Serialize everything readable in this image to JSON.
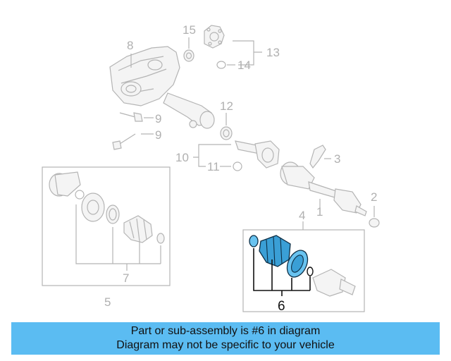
{
  "diagram": {
    "callouts": {
      "n1": "1",
      "n2": "2",
      "n3": "3",
      "n4": "4",
      "n5": "5",
      "n6": "6",
      "n7": "7",
      "n8": "8",
      "n9a": "9",
      "n9b": "9",
      "n10": "10",
      "n11": "11",
      "n12": "12",
      "n13": "13",
      "n14": "14",
      "n15": "15"
    },
    "highlight_part": "6",
    "colors": {
      "highlight": "#3a9fd6",
      "muted": "#b4b4b4",
      "banner": "#5bbcf2"
    }
  },
  "banner": {
    "line1": "Part or sub-assembly is #6 in diagram",
    "line2": "Diagram may not be specific to your vehicle"
  }
}
